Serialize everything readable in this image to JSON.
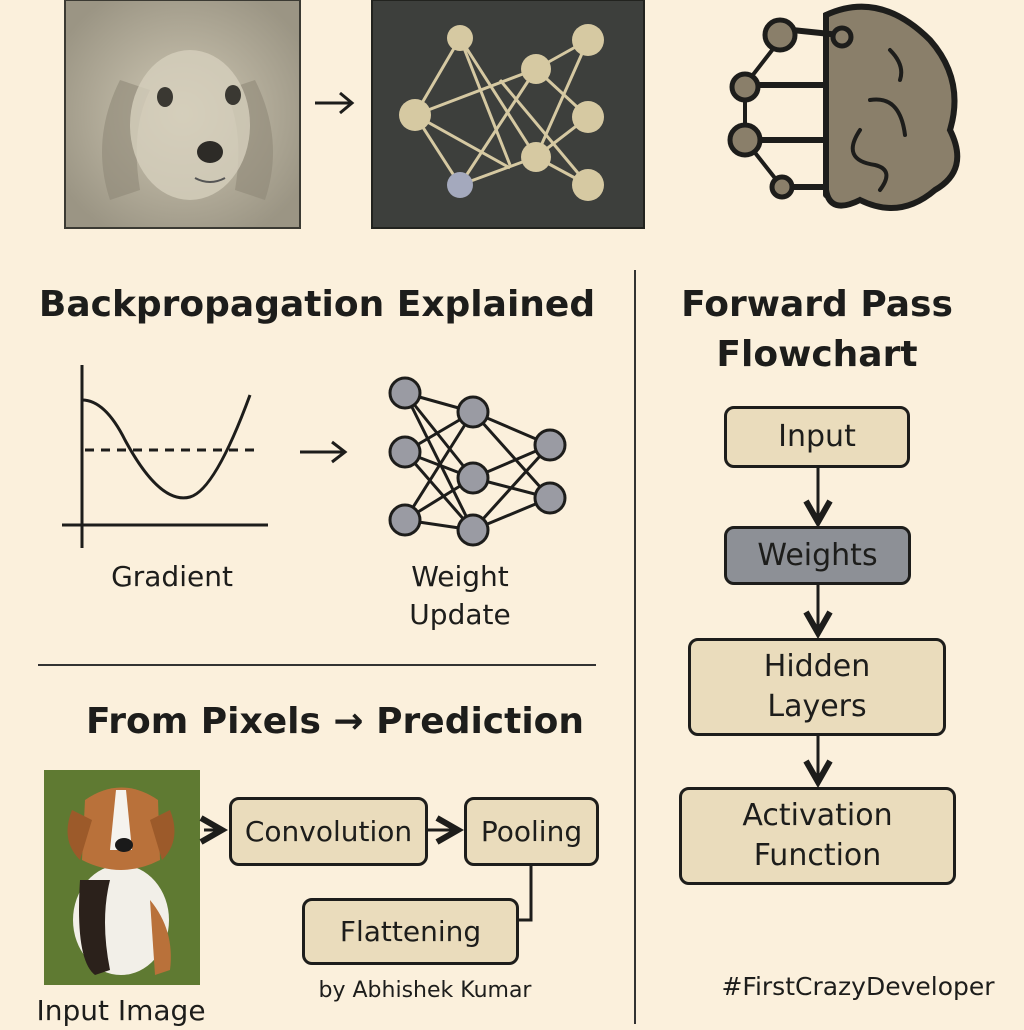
{
  "backprop": {
    "title": "Backpropagation Explained",
    "gradient_label": "Gradient",
    "weight_label_line1": "Weight",
    "weight_label_line2": "Update"
  },
  "pixels": {
    "title": "From Pixels → Prediction",
    "input_label": "Input Image",
    "steps": [
      "Convolution",
      "Pooling",
      "Flattening"
    ],
    "author": "by Abhishek Kumar"
  },
  "forward": {
    "title_line1": "Forward Pass",
    "title_line2": "Flowchart",
    "steps": [
      {
        "line1": "Input"
      },
      {
        "line1": "Weights"
      },
      {
        "line1": "Hidden",
        "line2": "Layers"
      },
      {
        "line1": "Activation",
        "line2": "Function"
      }
    ]
  },
  "hashtag": "#FirstCrazyDeveloper",
  "colors": {
    "background": "#fbf0dc",
    "box_fill": "#eadcbc",
    "weights_fill": "#8d9096",
    "ink": "#1d1d1b",
    "node_tan": "#d6c9a2",
    "node_blue": "#a4a9bd",
    "brain": "#8a7f6a"
  }
}
